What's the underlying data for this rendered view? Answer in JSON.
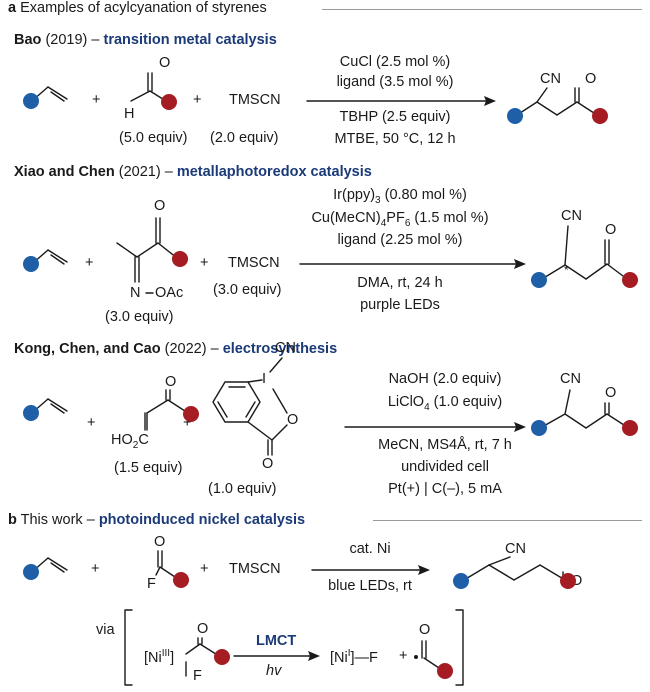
{
  "section_a": {
    "letter": "a",
    "title": "Examples of acylcyanation of styrenes"
  },
  "bao": {
    "author": "Bao",
    "year": "(2019)",
    "dash": "–",
    "method": "transition metal catalysis",
    "plus": "+",
    "h_label": "H",
    "o_label": "O",
    "aldehyde_equiv": "(5.0 equiv)",
    "reagent": "TMSCN",
    "reagent_equiv": "(2.0 equiv)",
    "cond1": "CuCl (2.5 mol %)",
    "cond2": "ligand (3.5 mol %)",
    "cond3": "TBHP (2.5 equiv)",
    "cond4": "MTBE, 50 °C, 12 h",
    "cn_label": "CN"
  },
  "xiao": {
    "author": "Xiao and Chen",
    "year": "(2021)",
    "dash": "–",
    "method": "metallaphotoredox catalysis",
    "oxime_label": "N",
    "oac_label": "OAc",
    "oxime_equiv": "(3.0 equiv)",
    "reagent": "TMSCN",
    "reagent_equiv": "(3.0 equiv)",
    "cond1_main": "Ir(ppy)",
    "cond1_sub": "3",
    "cond1_rest": " (0.80 mol %)",
    "cond2_main": "Cu(MeCN)",
    "cond2_sub": "4",
    "cond2_mid": "PF",
    "cond2_sub2": "6",
    "cond2_rest": " (1.5 mol %)",
    "cond3": "ligand (2.25 mol %)",
    "cond4": "DMA, rt, 24 h",
    "cond5": "purple LEDs",
    "star": "*"
  },
  "kong": {
    "author": "Kong, Chen, and Cao",
    "year": "(2022)",
    "dash": "–",
    "method": "electrosynthesis",
    "acid_label_main": "HO",
    "acid_label_sub": "2",
    "acid_label_rest": "C",
    "acid_equiv": "(1.5 equiv)",
    "iodane_i": "I",
    "iodane_o": "O",
    "iodane_equiv": "(1.0 equiv)",
    "cond1": "NaOH (2.0 equiv)",
    "cond2_main": "LiClO",
    "cond2_sub": "4",
    "cond2_rest": " (1.0 equiv)",
    "cond3": "MeCN, MS4Å, rt, 7 h",
    "cond4": "undivided cell",
    "cond5": "Pt(+) | C(–), 5 mA"
  },
  "section_b": {
    "letter": "b",
    "title_pre": "This work – ",
    "title_method": "photoinduced nickel catalysis"
  },
  "thiswork": {
    "f_label": "F",
    "reagent": "TMSCN",
    "cond_top": "cat. Ni",
    "cond_bottom": "blue LEDs, rt",
    "via": "via",
    "ni3_main": "[Ni",
    "ni3_sup": "III",
    "ni3_close": "]",
    "ni1_main": "[Ni",
    "ni1_sup": "I",
    "ni1_close": "]—F",
    "lmct": "LMCT",
    "hv": "hv"
  },
  "colors": {
    "blue_dot": "#1f5fa8",
    "red_dot": "#a51d23",
    "heading_blue": "#1b3a78",
    "rule": "#9a9a9a"
  }
}
